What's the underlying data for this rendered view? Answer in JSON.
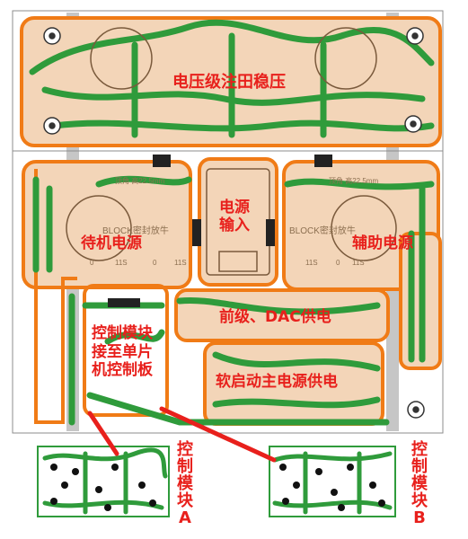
{
  "main_board": {
    "blocks": {
      "voltage_regulator": "电压级注田稳压",
      "power_input": "电源\n输入",
      "standby_power": "待机电源",
      "aux_power": "辅助电源",
      "preamp_dac_power": "前级、DAC供电",
      "control_module_link": "控制模块\n接至单片\n机控制板",
      "soft_start_power": "软启动主电源供电"
    },
    "silk": {
      "transformer_left": "BLOCK密封放牛",
      "transformer_right": "BLOCK密封放牛",
      "dim_left": "顶角 高22.5mm",
      "dim_right": "顶角 高22.5mm",
      "pin_0_l": "0",
      "pin_11s_l1": "11S",
      "pin_0_l2": "0",
      "pin_11s_l2": "11S",
      "pin_11s_r1": "11S",
      "pin_0_r": "0",
      "pin_11s_r2": "11S"
    }
  },
  "module_a": {
    "label": "控制模块A"
  },
  "module_b": {
    "label": "控制模块B"
  },
  "colors": {
    "board": "#f3d9c1",
    "trace": "#2f9b3b",
    "outline": "#f07b16",
    "label": "#e8201c",
    "gray_bar": "#bdbdbd"
  }
}
